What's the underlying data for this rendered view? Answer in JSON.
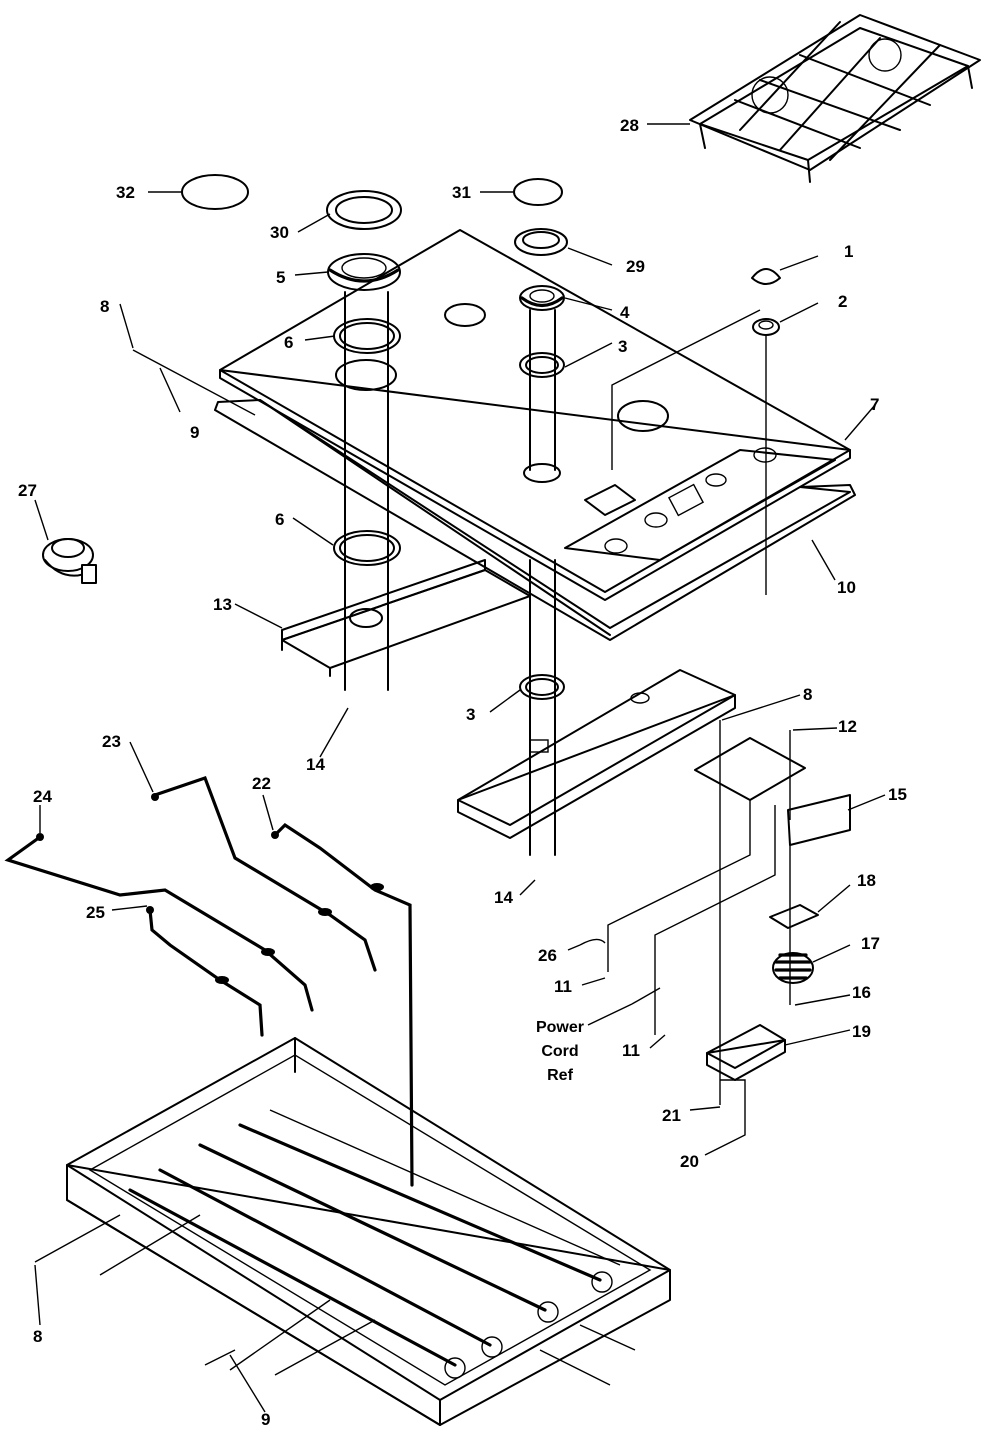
{
  "labels": {
    "l1": "1",
    "l2": "2",
    "l3a": "3",
    "l3b": "3",
    "l4": "4",
    "l5": "5",
    "l6a": "6",
    "l6b": "6",
    "l7": "7",
    "l8a": "8",
    "l8b": "8",
    "l8c": "8",
    "l9a": "9",
    "l9b": "9",
    "l10": "10",
    "l11a": "11",
    "l11b": "11",
    "l12": "12",
    "l13": "13",
    "l14a": "14",
    "l14b": "14",
    "l15": "15",
    "l16": "16",
    "l17": "17",
    "l18": "18",
    "l19": "19",
    "l20": "20",
    "l21": "21",
    "l22": "22",
    "l23": "23",
    "l24": "24",
    "l25": "25",
    "l26": "26",
    "l27": "27",
    "l28": "28",
    "l29": "29",
    "l30": "30",
    "l31": "31",
    "l32": "32"
  },
  "power_cord_ref": {
    "line1": "Power",
    "line2": "Cord",
    "line3": "Ref"
  }
}
